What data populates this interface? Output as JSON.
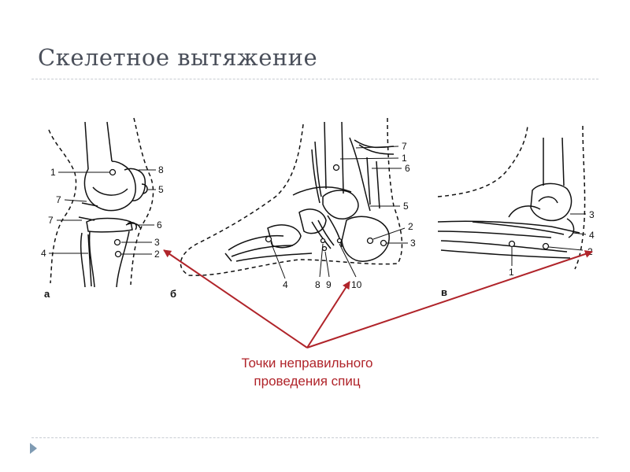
{
  "title": "Скелетное вытяжение",
  "caption": {
    "line1": "Точки неправильного",
    "line2": "проведения спиц"
  },
  "panels": {
    "a": "а",
    "b": "б",
    "v": "в"
  },
  "knee_labels": [
    "1",
    "8",
    "7",
    "5",
    "7",
    "6",
    "3",
    "4",
    "2"
  ],
  "ankle_labels": [
    "7",
    "1",
    "6",
    "5",
    "2",
    "3",
    "4",
    "8",
    "9",
    "10"
  ],
  "elbow_labels": [
    "3",
    "4",
    "2",
    "1"
  ],
  "colors": {
    "arrow": "#b0242a",
    "caption": "#b0242a",
    "title": "#4a4f5a",
    "line_art": "#111111"
  },
  "icons": {
    "nav": "triangle-right-icon"
  }
}
